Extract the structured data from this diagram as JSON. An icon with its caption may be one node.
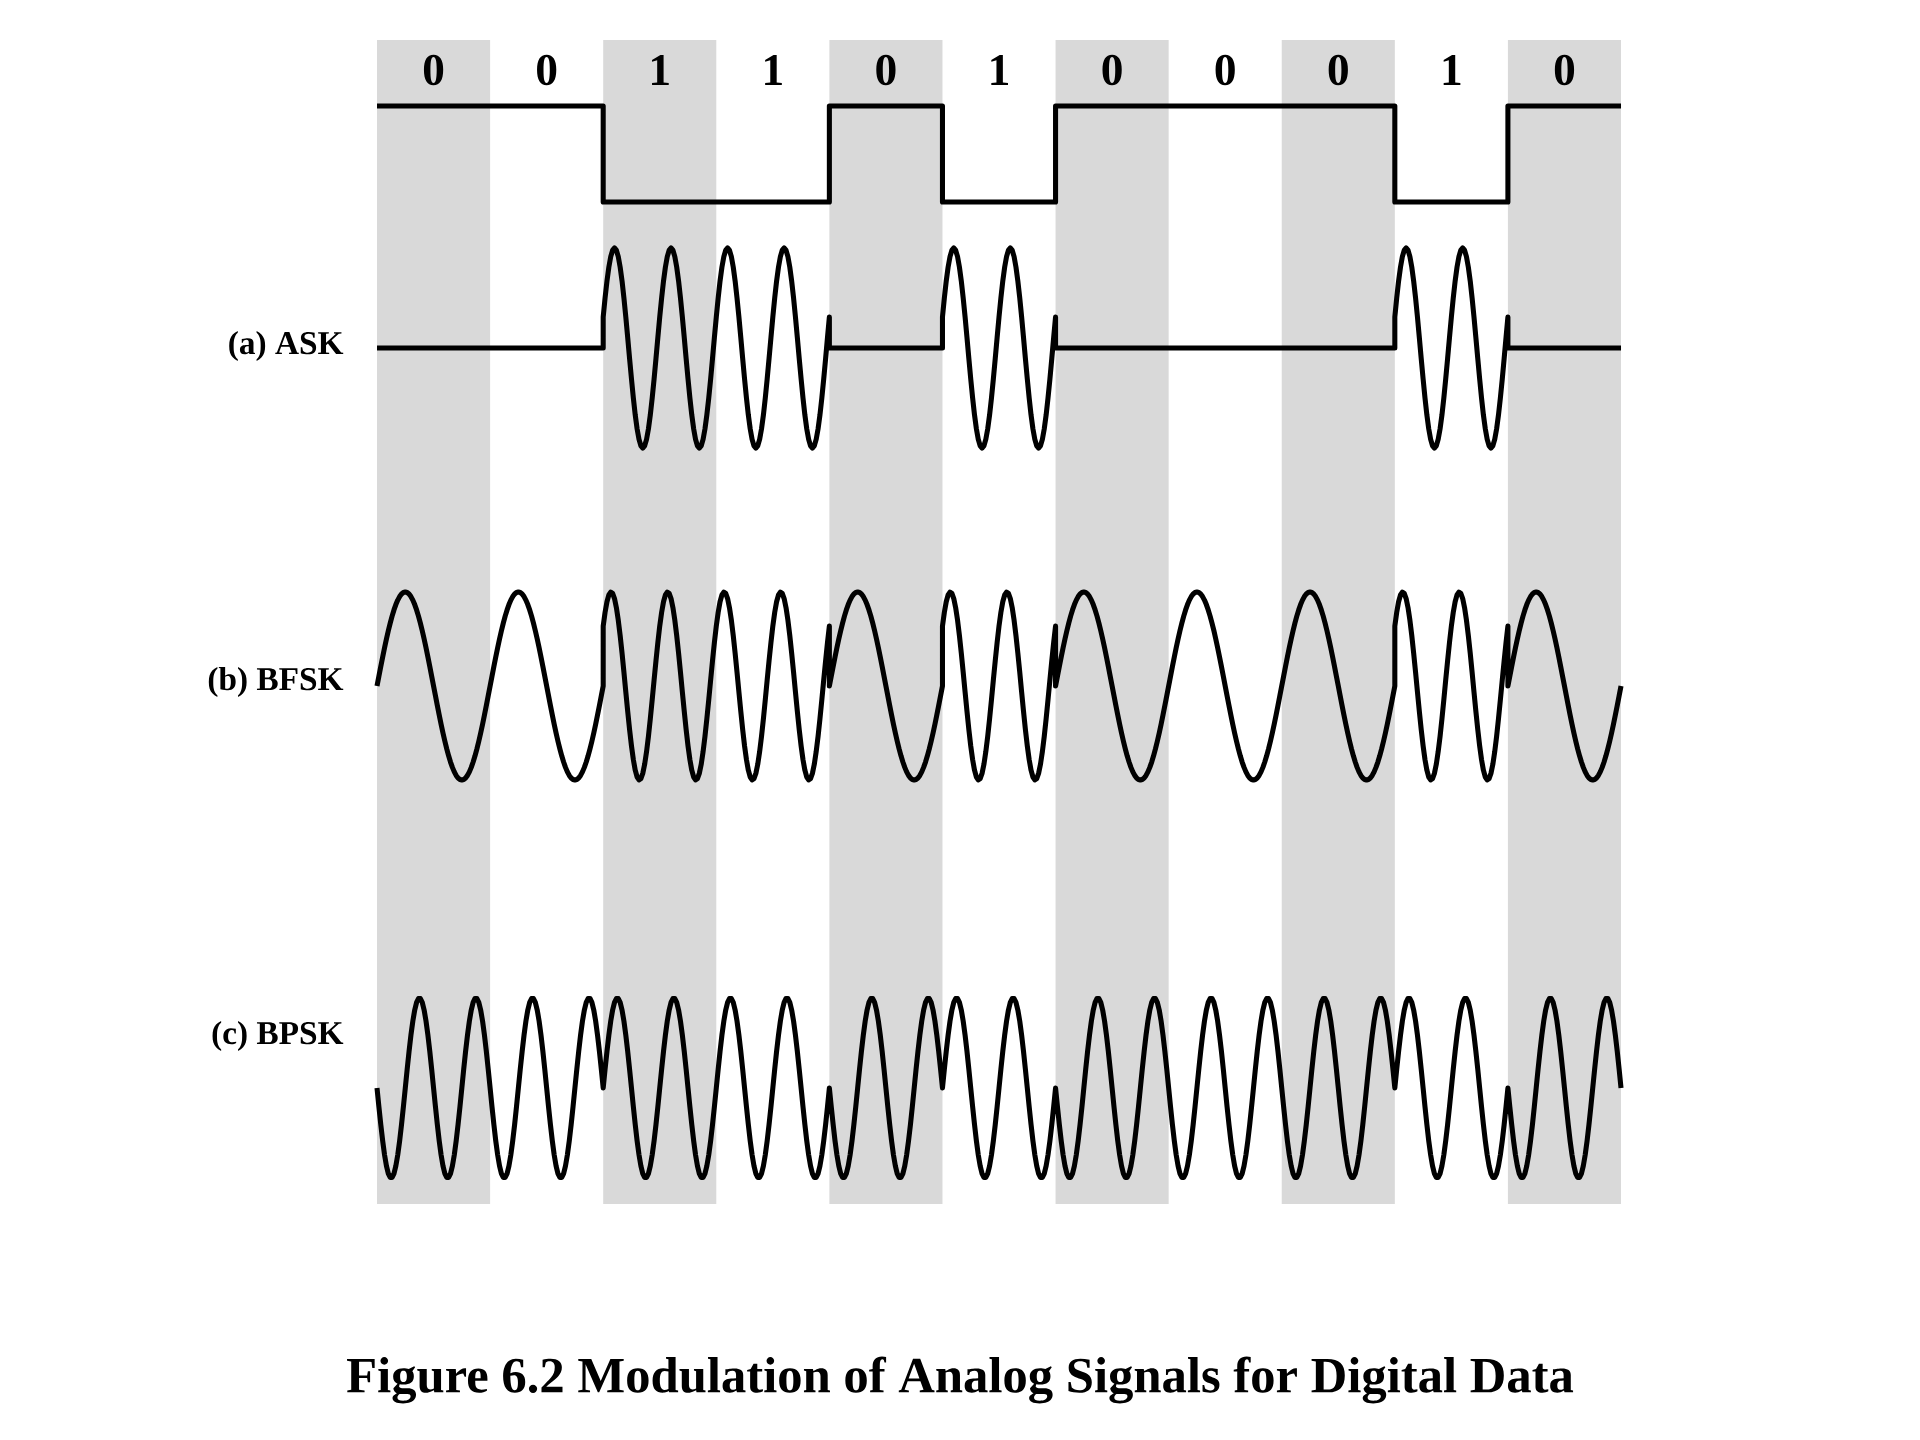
{
  "diagram": {
    "caption": "Figure 6.2 Modulation of Analog Signals for Digital Data",
    "labels": [
      "0",
      "0",
      "1",
      "1",
      "0",
      "1",
      "0",
      "0",
      "0",
      "1",
      "0",
      "(a) ASK",
      "(b) BFSK",
      "(c) BPSK"
    ]
  }
}
